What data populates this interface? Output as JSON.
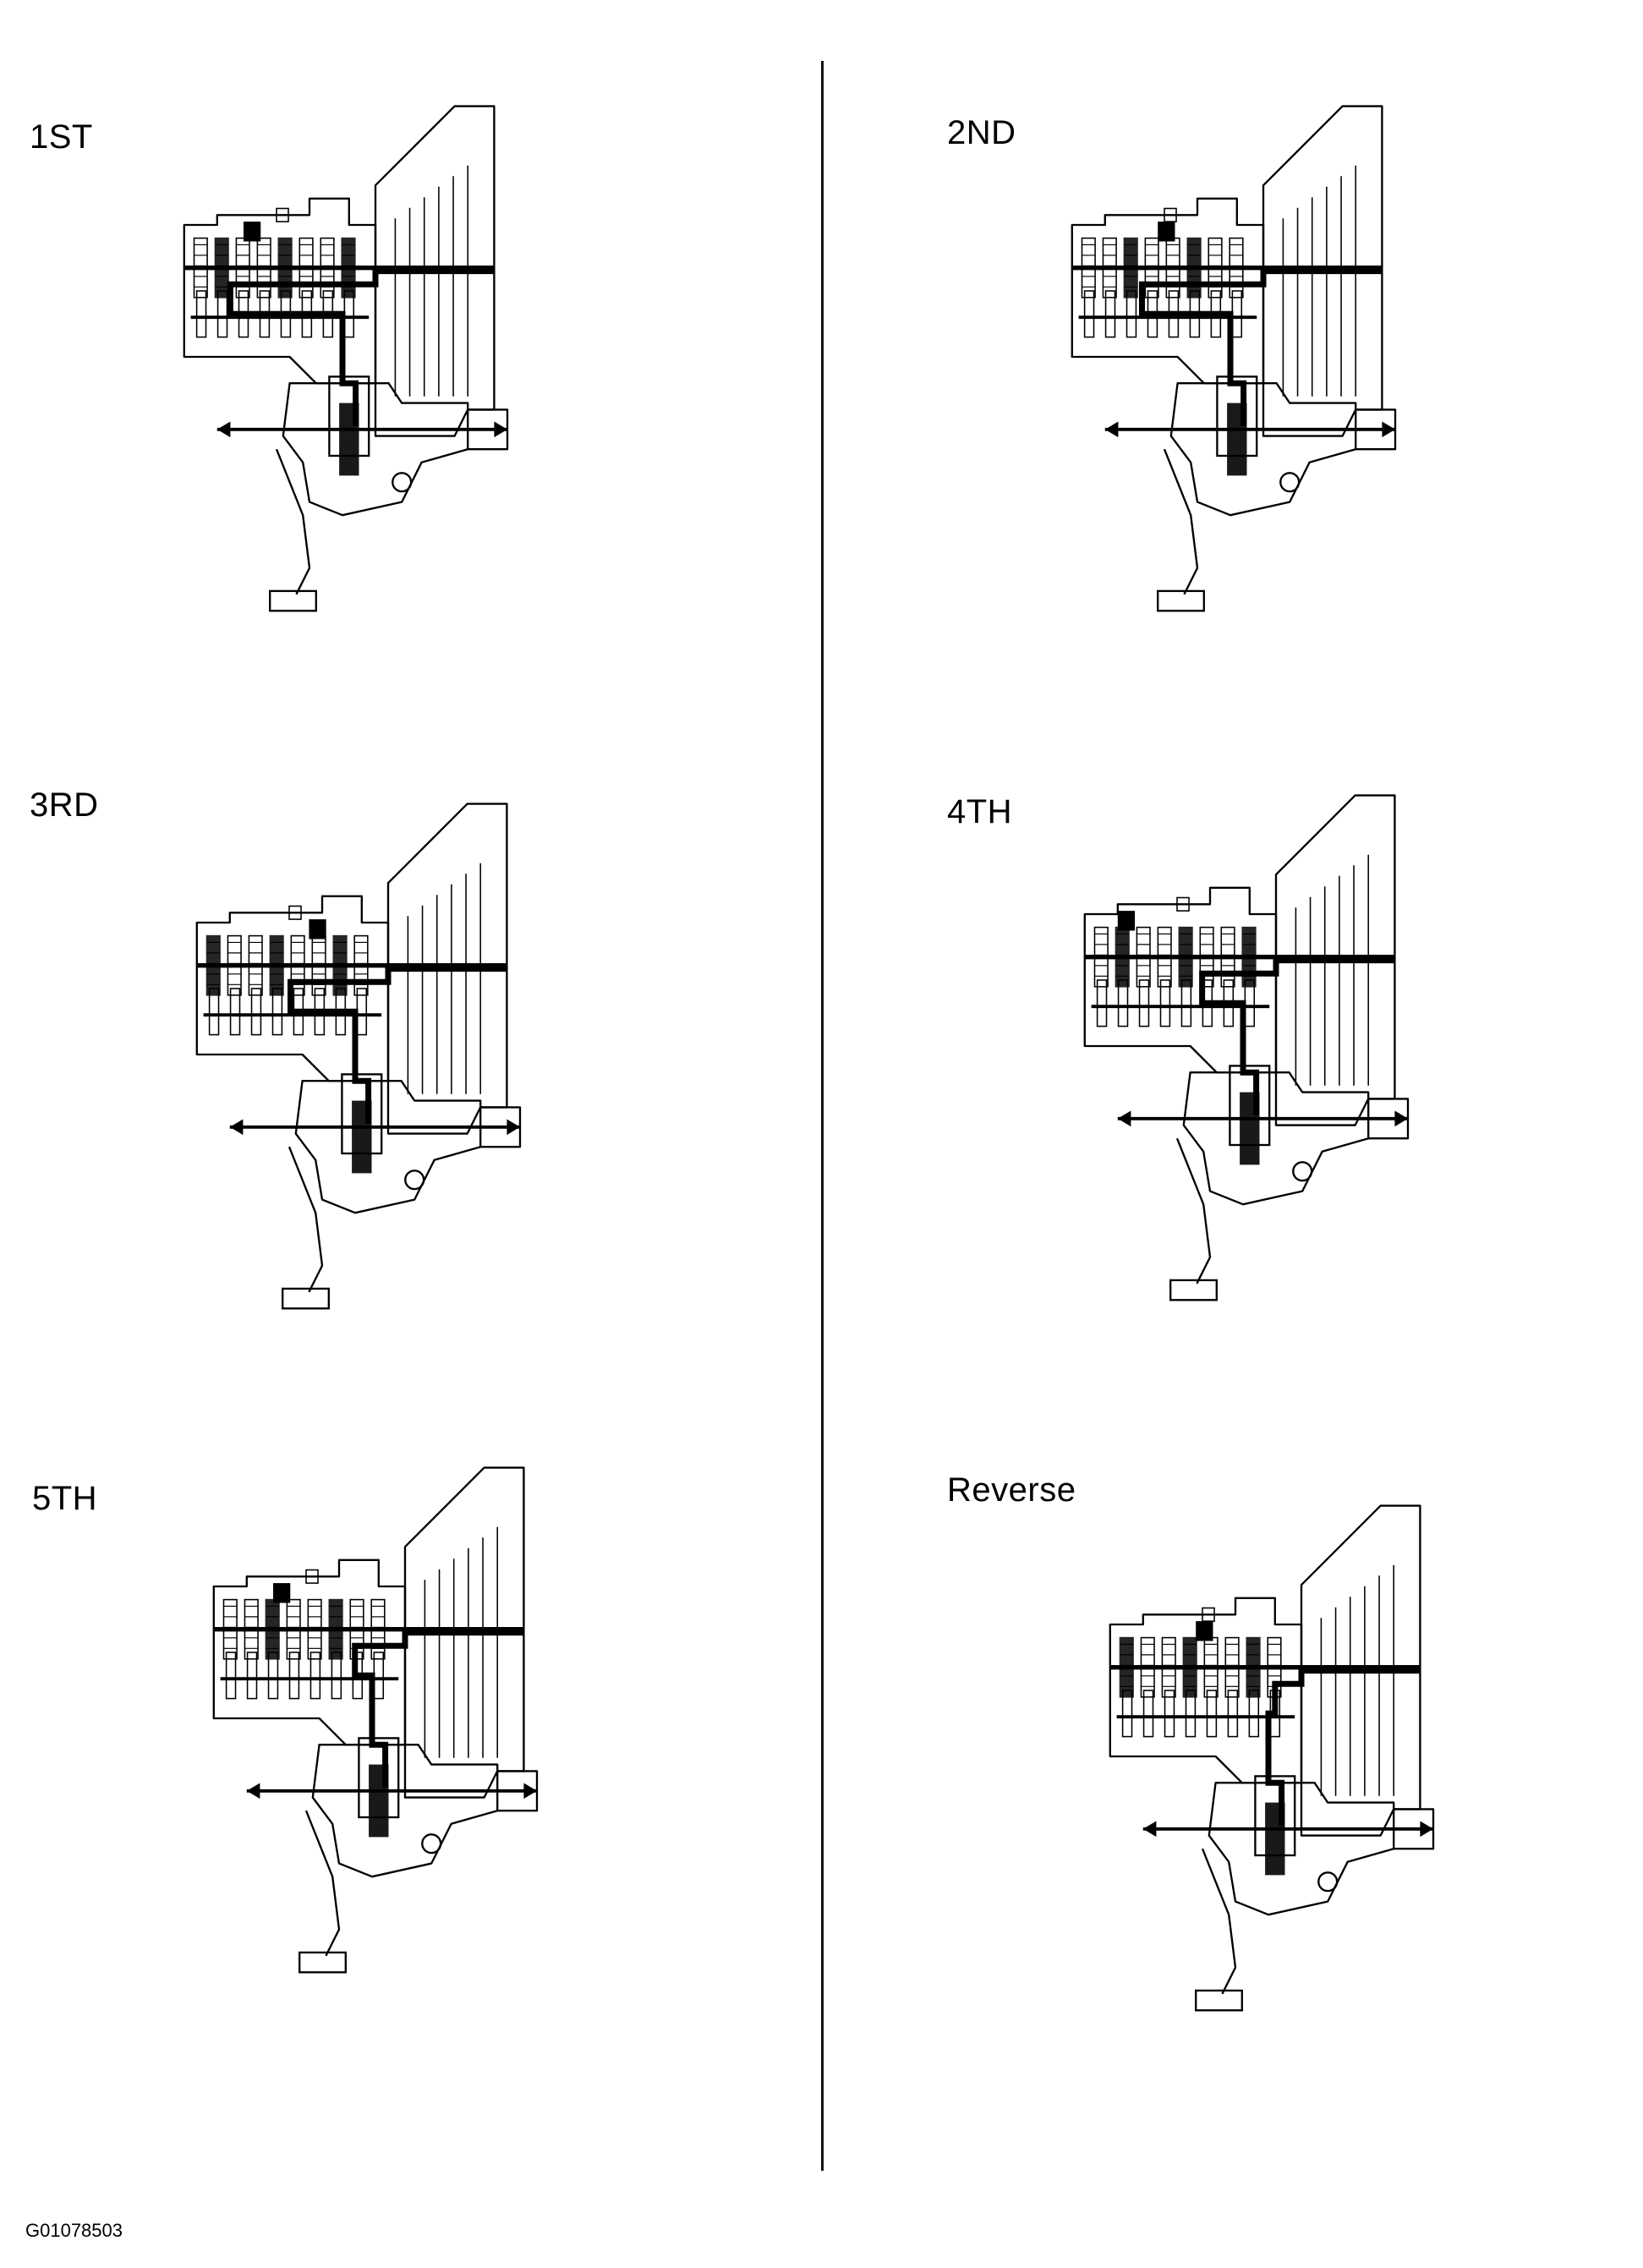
{
  "figure_id": "G01078503",
  "panels": [
    {
      "key": "p1",
      "label": "1ST"
    },
    {
      "key": "p2",
      "label": "2ND"
    },
    {
      "key": "p3",
      "label": "3RD"
    },
    {
      "key": "p4",
      "label": "4TH"
    },
    {
      "key": "p5",
      "label": "5TH"
    },
    {
      "key": "p6",
      "label": "Reverse"
    }
  ],
  "colors": {
    "ink": "#000000",
    "paper": "#ffffff"
  }
}
